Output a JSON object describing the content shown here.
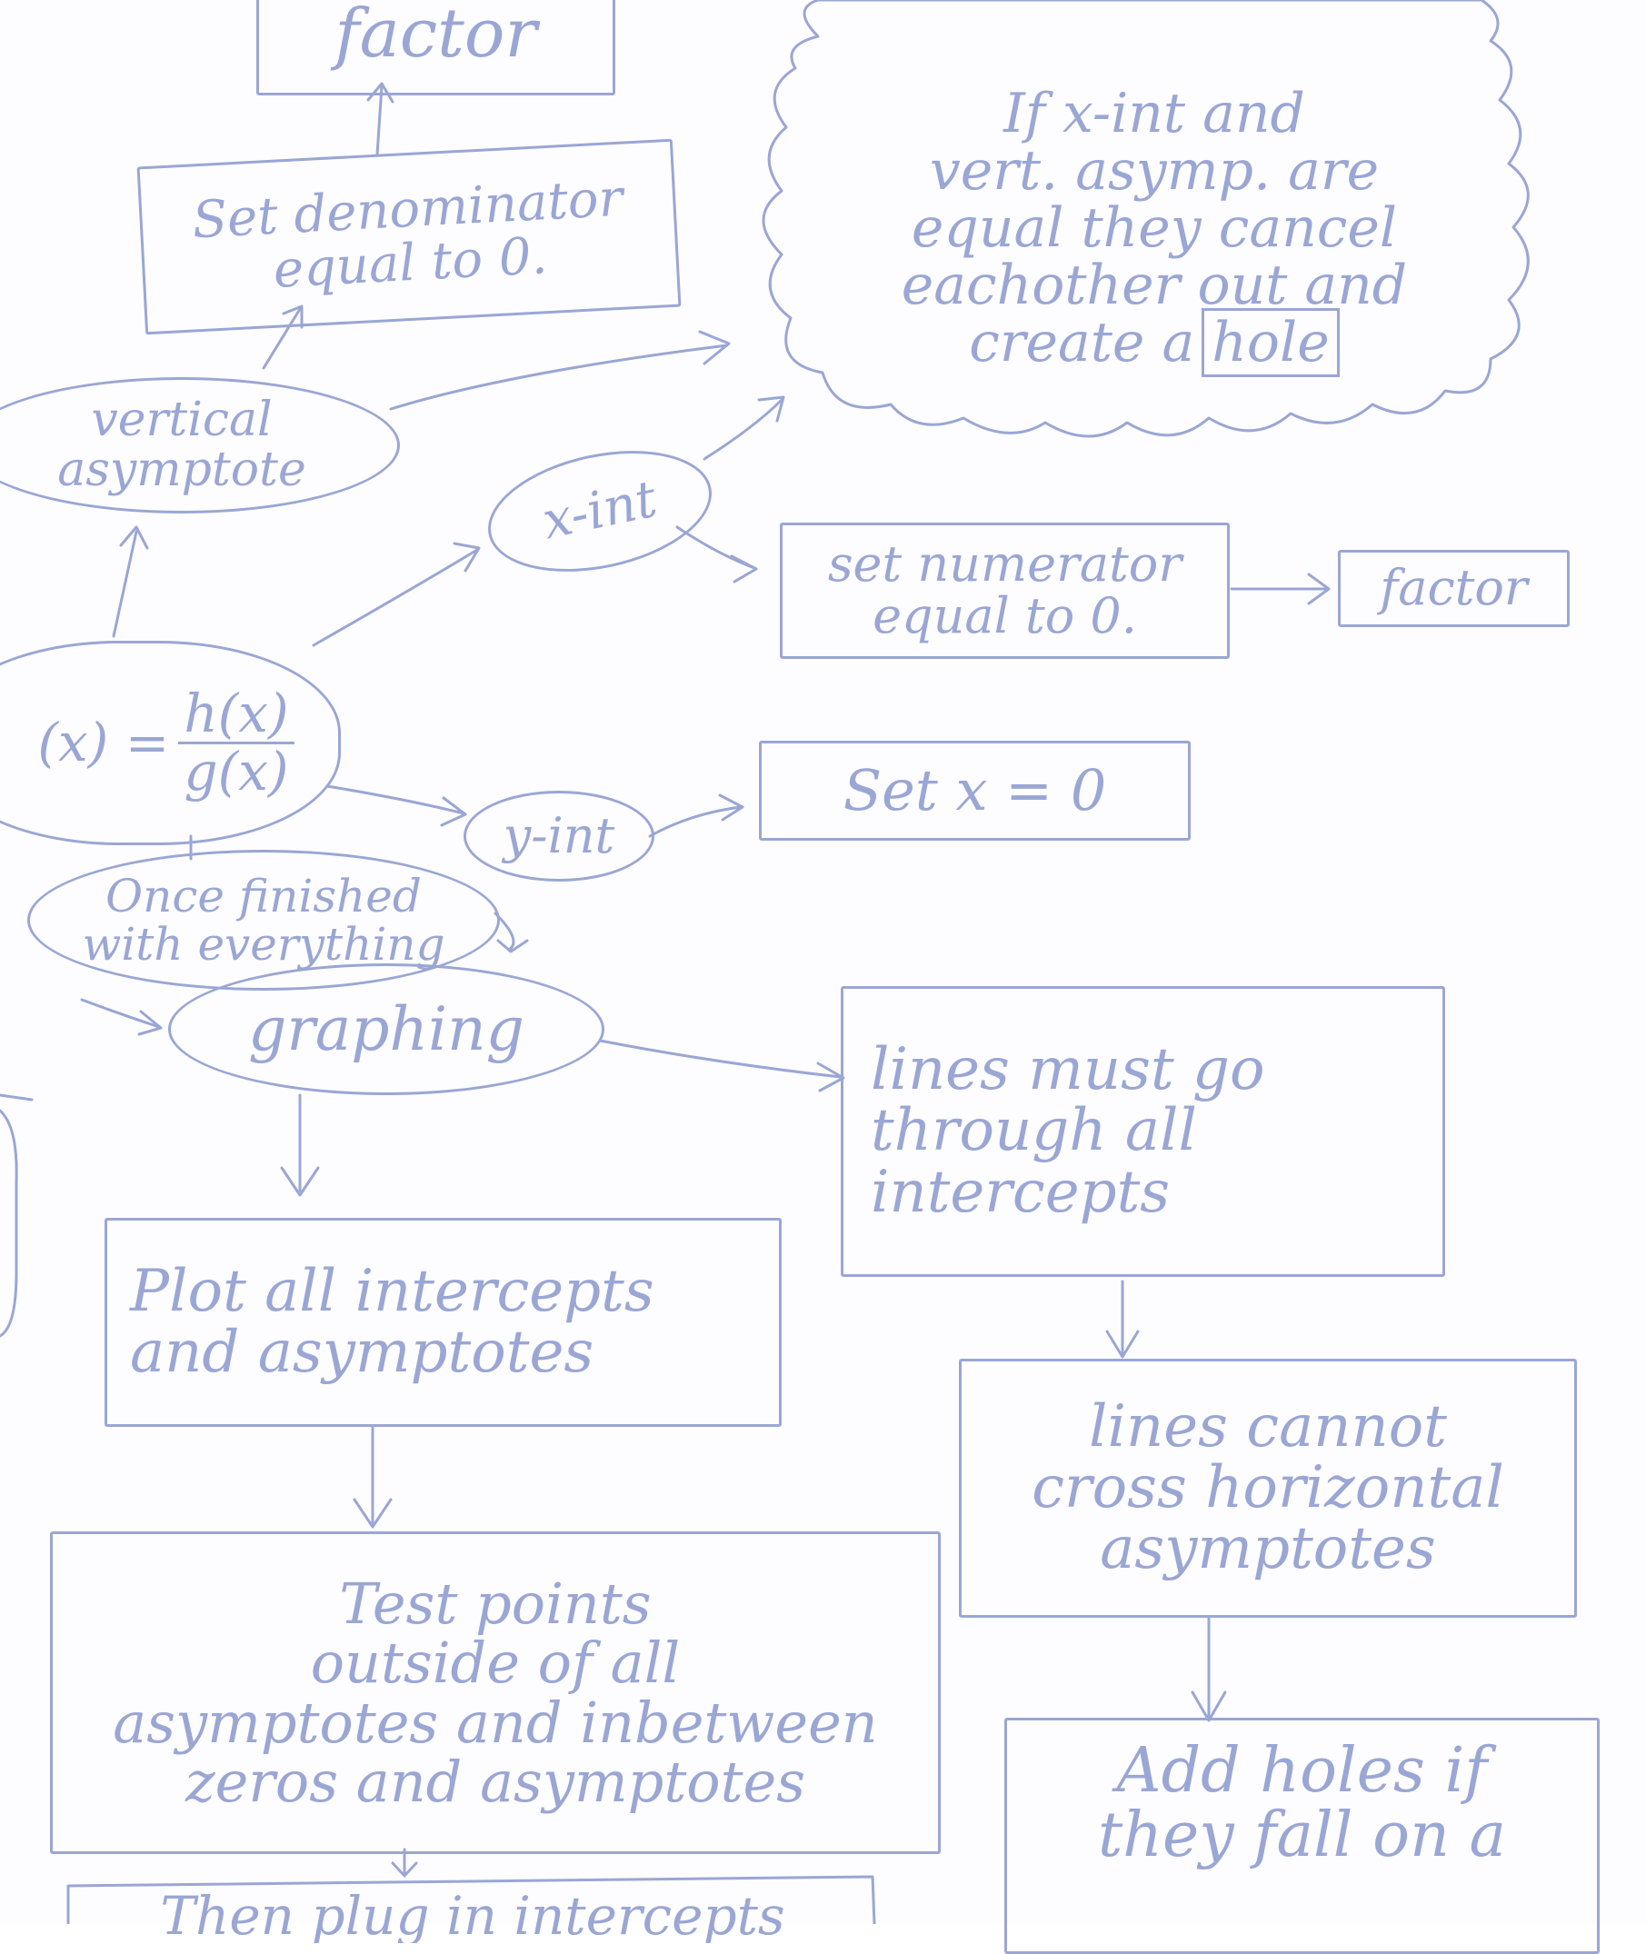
{
  "theme": {
    "ink": "#9aa6d4"
  },
  "nodes": {
    "top_factor": "factor",
    "set_denominator": "Set denominator\nequal to 0.",
    "cancel_note": "If x-int and\nvert. asymp. are\nequal they cancel\neachother out and\ncreate a",
    "cancel_note_hole": "hole",
    "vertical_asymptote": "vertical\nasymptote",
    "x_int": "x-int",
    "set_numerator": "set numerator\nequal to 0.",
    "right_factor": "factor",
    "function_lhs": "(x) =",
    "function_num": "h(x)",
    "function_den": "g(x)",
    "y_int": "y-int",
    "set_x_zero": "Set x = 0",
    "once_finished": "Once finished\nwith everything",
    "graphing": "graphing",
    "lines_through": "lines must go\nthrough all\nintercepts",
    "plot_all": "Plot all intercepts\nand asymptotes",
    "lines_cannot": "lines cannot\ncross horizontal\nasymptotes",
    "test_points": "Test points\noutside of all\nasymptotes and inbetween\nzeros and asymptotes",
    "add_holes": "Add holes if\nthey fall on a",
    "bottom_cut": "Then plug in intercepts"
  }
}
